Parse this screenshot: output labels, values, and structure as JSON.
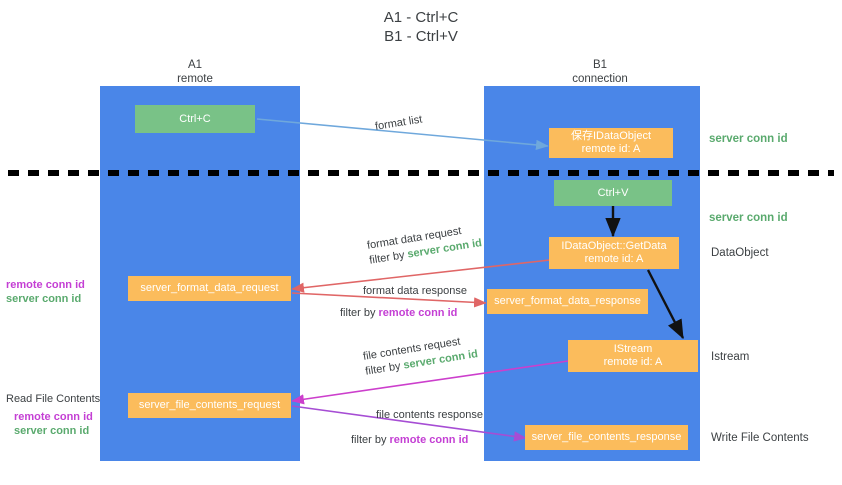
{
  "title": {
    "line1": "A1 - Ctrl+C",
    "line2": "B1 - Ctrl+V"
  },
  "lanes": [
    {
      "id": "a1",
      "title": "A1",
      "subtitle": "remote",
      "color": "#4a86e8"
    },
    {
      "id": "b1",
      "title": "B1",
      "subtitle": "connection",
      "color": "#4a86e8"
    }
  ],
  "nodes": {
    "ctrl_c": {
      "line1": "Ctrl+C",
      "line2": "",
      "color": "#79c287"
    },
    "set_clipboard": {
      "line1": "保存IDataObject",
      "line2": "remote id: A",
      "color": "#fbbc5c"
    },
    "ctrl_v": {
      "line1": "Ctrl+V",
      "line2": "",
      "color": "#79c287"
    },
    "getdata": {
      "line1": "IDataObject::GetData",
      "line2": "remote id: A",
      "color": "#fbbc5c"
    },
    "istream": {
      "line1": "IStream",
      "line2": "remote id: A",
      "color": "#fbbc5c"
    },
    "fmt_data_request": {
      "line1": "server_format_data_request",
      "line2": "",
      "color": "#fbbc5c"
    },
    "fmt_data_response": {
      "line1": "server_format_data_response",
      "line2": "",
      "color": "#fbbc5c"
    },
    "file_req": {
      "line1": "server_file_contents_request",
      "line2": "",
      "color": "#fbbc5c"
    },
    "file_resp": {
      "line1": "server_file_contents_response",
      "line2": "",
      "color": "#fbbc5c"
    }
  },
  "edge_labels": {
    "format_list": "format list",
    "format_data_request": {
      "line1": "format data request",
      "prefix": "filter by ",
      "key": "server conn id",
      "key_color": "#5aaa6e"
    },
    "format_data_response": {
      "line1": "format data response",
      "prefix": "filter by ",
      "key": "remote conn id",
      "key_color": "#c43fd4"
    },
    "file_contents_request": {
      "line1": "file contents request",
      "prefix": "filter by ",
      "key": "server conn id",
      "key_color": "#5aaa6e"
    },
    "file_contents_response": {
      "line1": "file contents response",
      "prefix": "filter by ",
      "key": "remote conn id",
      "key_color": "#c43fd4"
    }
  },
  "left_annotations": {
    "group1": {
      "heading": "",
      "remote": "remote conn id",
      "server": "server conn id"
    },
    "group2": {
      "heading": "Read File Contents",
      "remote": "remote conn id",
      "server": "server conn id"
    }
  },
  "right_annotations": {
    "server_conn_id_top": "server conn id",
    "server_conn_id_mid": "server conn id",
    "dataobject": "DataObject",
    "istream": "Istream",
    "write_file_contents": "Write File Contents"
  },
  "colors": {
    "lane": "#4a86e8",
    "green_node": "#79c287",
    "orange_node": "#fbbc5c",
    "arrow_blue": "#6fa8dc",
    "arrow_red": "#e06666",
    "arrow_black": "#000000",
    "arrow_magenta": "#cc3fcc",
    "arrow_purple": "#a64dd4",
    "divider": "#000000",
    "green_text": "#5aaa6e",
    "purple_text": "#c43fd4"
  }
}
